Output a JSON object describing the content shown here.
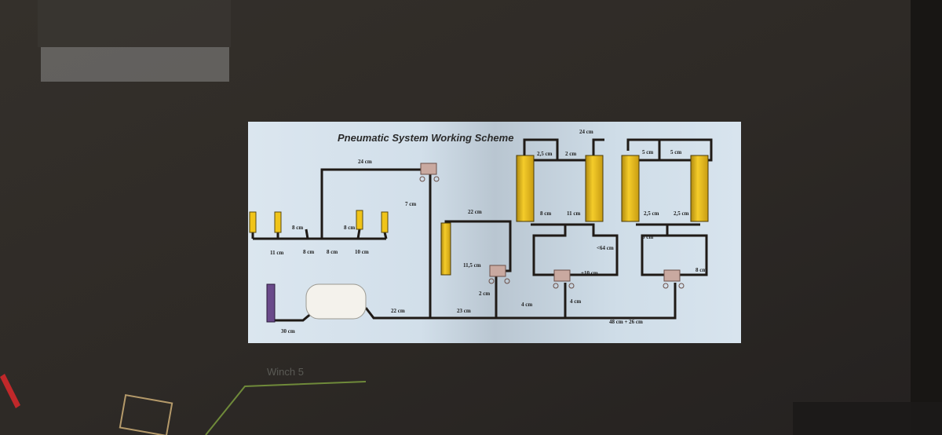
{
  "scheme": {
    "title": "Pneumatic System Working Scheme",
    "labels": {
      "l_24cm_a": "24 cm",
      "l_7cm": "7 cm",
      "l_8cm_a": "8 cm",
      "l_8cm_b": "8 cm",
      "l_11cm_a": "11 cm",
      "l_8cm_c": "8 cm",
      "l_8cm_d": "8 cm",
      "l_10cm": "10 cm",
      "l_22cm_a": "22 cm",
      "l_11_5cm": "11,5 cm",
      "l_2cm_a": "2 cm",
      "l_23cm": "23 cm",
      "l_22cm_b": "22 cm",
      "l_30cm": "30 cm",
      "l_24cm_b": "24 cm",
      "l_2_5cm_a": "2,5 cm",
      "l_2cm_b": "2 cm",
      "l_8cm_e": "8 cm",
      "l_11cm_b": "11 cm",
      "l_64cm": "<64 cm",
      "l_10cm_plus": "+10 cm",
      "l_4cm_a": "4 cm",
      "l_4cm_b": "4 cm",
      "l_5cm_a": "5 cm",
      "l_5cm_b": "5 cm",
      "l_2_5cm_b": "2,5 cm",
      "l_2_5cm_c": "2,5 cm",
      "l_5cm_c": "5 cm",
      "l_8cm_f": "8 cm",
      "l_48_26cm": "48 cm + 26 cm"
    }
  },
  "background_text": {
    "winch": "Winch 5"
  },
  "colors": {
    "box": "#2b2824",
    "card": "#d5e3ee",
    "tube": "#1f1a16",
    "cylinder": "#f0c419",
    "connector": "#c9a9a0"
  }
}
